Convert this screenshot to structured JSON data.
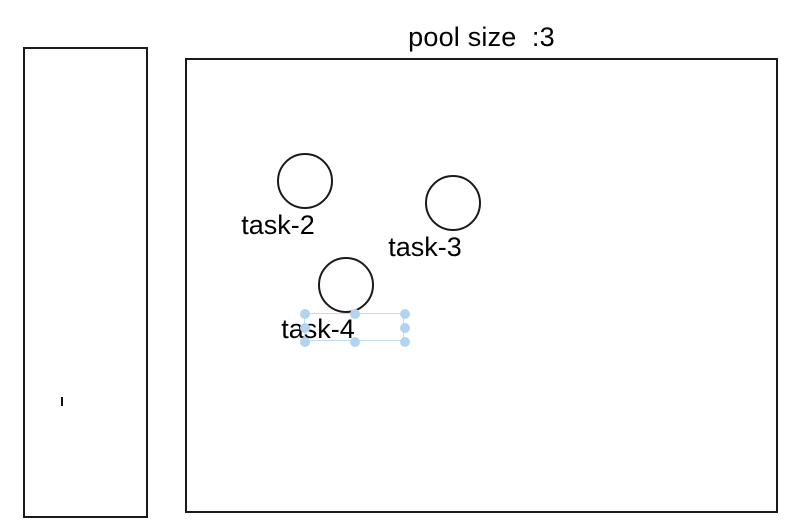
{
  "canvas": {
    "title": "pool size  :3",
    "pool_size": 3
  },
  "side_panel": {
    "content": "",
    "caret_visible": true
  },
  "tasks": [
    {
      "id": "task-2",
      "label": "task-2",
      "selected": false,
      "shape": "circle"
    },
    {
      "id": "task-3",
      "label": "task-3",
      "selected": false,
      "shape": "circle"
    },
    {
      "id": "task-4",
      "label": "task-4",
      "selected": true,
      "shape": "circle"
    }
  ],
  "selection": {
    "target": "task-4",
    "handle_count": 8,
    "handle_color": "#b3d4f0",
    "outline_color": "#c5dcf2"
  },
  "colors": {
    "stroke": "#1a1a1a",
    "background": "#ffffff",
    "text": "#000000",
    "selection_handle": "#b3d4f0"
  }
}
